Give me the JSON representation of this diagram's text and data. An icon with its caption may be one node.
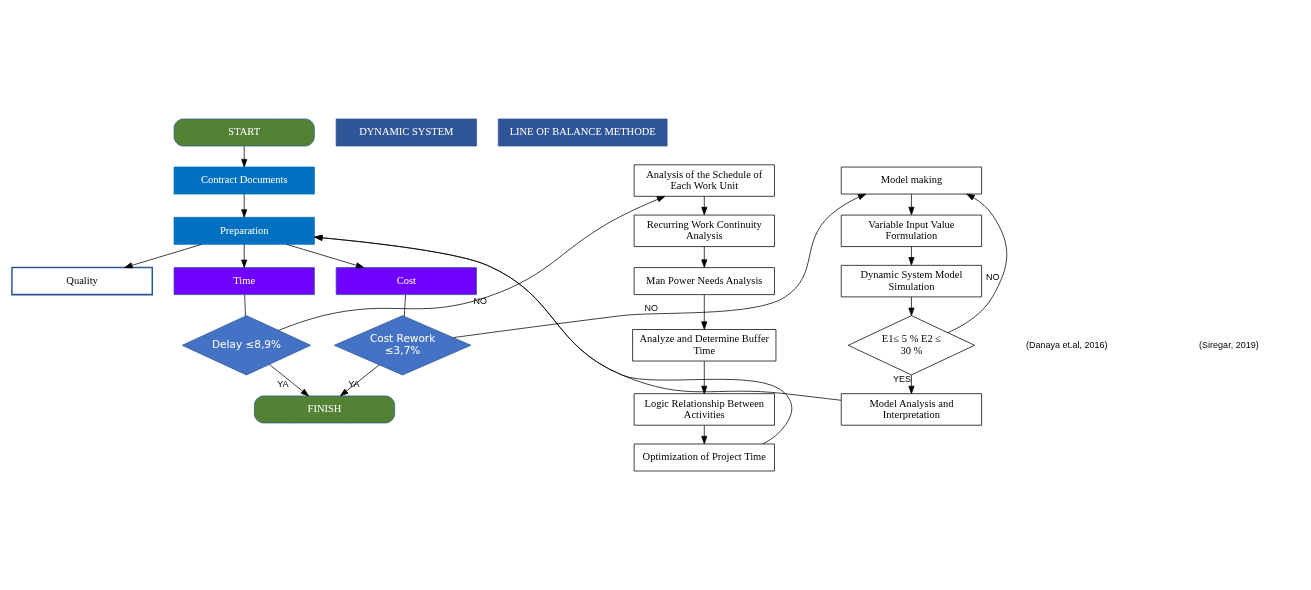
{
  "diagram": {
    "nodes": [
      {
        "text": [
          "START"
        ]
      },
      {
        "text": [
          "Contract Documents"
        ]
      },
      {
        "text": [
          "Preparation"
        ]
      },
      {
        "text": [
          "Cost"
        ]
      },
      {
        "text": [
          "Quality"
        ]
      },
      {
        "text": [
          "Time"
        ]
      },
      {
        "text": [
          "Cost Rework ≤3,7%"
        ]
      },
      {
        "text": [
          "Delay ≤8,9%"
        ]
      },
      {
        "text": [
          "FINISH"
        ]
      },
      {
        "text": [
          "DYNAMIC SYSTEM"
        ]
      },
      {
        "text": [
          "Model making"
        ]
      },
      {
        "text": [
          "Variable Input Value Formulation"
        ]
      },
      {
        "text": [
          "Dynamic System Model Simulation"
        ]
      },
      {
        "text": [
          "E1≤ 5 % E2 ≤ 30 %"
        ]
      },
      {
        "text": [
          "Model Analysis and Interpretation"
        ]
      },
      {
        "text": [
          "LINE OF BALANCE METHODE"
        ]
      },
      {
        "text": [
          "Analysis of the Schedule of Each Work Unit"
        ]
      },
      {
        "text": [
          "Recurring Work Continuity Analysis"
        ]
      },
      {
        "text": [
          "Man Power Needs Analysis"
        ]
      },
      {
        "text": [
          "Analyze and Determine Buffer Time"
        ]
      },
      {
        "text": [
          "Logic Relationship Between Activities"
        ]
      },
      {
        "text": [
          "Optimization of Project Time"
        ]
      }
    ],
    "edges": [
      {
        "from": 0,
        "to": 1,
        "arrow": "to"
      },
      {
        "from": 1,
        "to": 2,
        "arrow": "to"
      },
      {
        "from": 2,
        "to": 3,
        "arrow": "to"
      },
      {
        "from": 2,
        "to": 4,
        "arrow": "to"
      },
      {
        "from": 2,
        "to": 5,
        "arrow": "to"
      },
      {
        "from": 3,
        "to": 6,
        "arrow": "none"
      },
      {
        "from": 5,
        "to": 7,
        "arrow": "none"
      },
      {
        "from": 6,
        "to": 10,
        "arrow": "to",
        "label": "NO"
      },
      {
        "from": 7,
        "to": 16,
        "arrow": "to",
        "label": "NO"
      },
      {
        "from": 6,
        "to": 8,
        "arrow": "to",
        "label": "YA"
      },
      {
        "from": 7,
        "to": 8,
        "arrow": "to",
        "label": "YA"
      },
      {
        "from": 10,
        "to": 11,
        "arrow": "to"
      },
      {
        "from": 11,
        "to": 12,
        "arrow": "to"
      },
      {
        "from": 12,
        "to": 13,
        "arrow": "to"
      },
      {
        "from": 13,
        "to": 10,
        "arrow": "to",
        "label": "NO"
      },
      {
        "from": 13,
        "to": 14,
        "arrow": "to",
        "label": "YES"
      },
      {
        "from": 14,
        "to": 2,
        "arrow": "to"
      },
      {
        "from": 16,
        "to": 17,
        "arrow": "to"
      },
      {
        "from": 17,
        "to": 18,
        "arrow": "to"
      },
      {
        "from": 18,
        "to": 19,
        "arrow": "to"
      },
      {
        "from": 19,
        "to": 20,
        "arrow": "to"
      },
      {
        "from": 20,
        "to": 21,
        "arrow": "to"
      },
      {
        "from": 21,
        "to": 2,
        "arrow": "to"
      }
    ],
    "labels": [
      "(Danaya et.al, 2016)",
      "(Siregar, 2019)"
    ]
  }
}
